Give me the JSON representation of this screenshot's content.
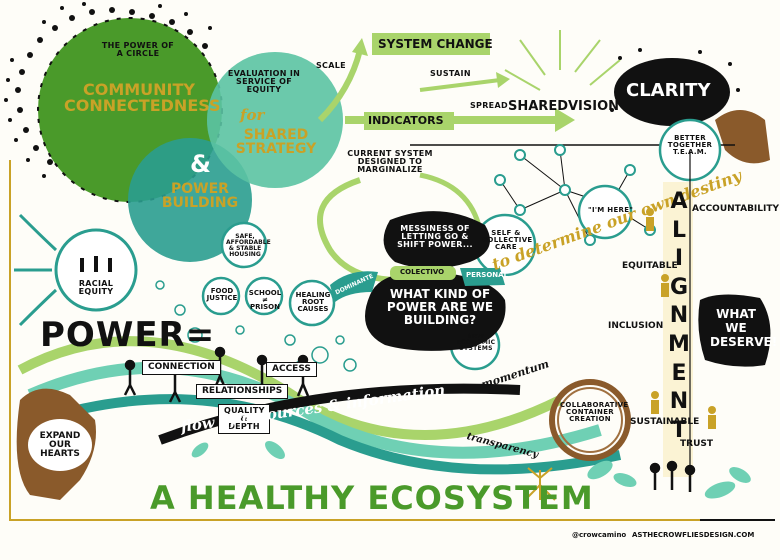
{
  "colors": {
    "dark_green": "#4a9a2a",
    "lime": "#a9d46b",
    "teal": "#2a9d8f",
    "mint": "#6fd0b4",
    "gold": "#c9a227",
    "black": "#111111",
    "skin": "#8a5a2b"
  },
  "icons": [
    "hands-circle-icon",
    "heart-hands-icon",
    "people-icon",
    "network-icon",
    "tree-roots-icon"
  ],
  "top": {
    "power_of_circle": "THE POWER OF A CIRCLE",
    "community": "COMMUNITY CONNECTEDNESS",
    "evaluation": "EVALUATION IN SERVICE OF EQUITY",
    "for_word": "for",
    "shared_strategy": "SHARED STRATEGY",
    "and_sign": "&",
    "power_building": "POWER BUILDING",
    "scale": "SCALE",
    "system_change": "SYSTEM CHANGE",
    "sustain": "SUSTAIN",
    "indicators": "INDICATORS",
    "spread": "SPREAD",
    "shared_vision": "SHAREDVISION",
    "clarity": "CLARiTY",
    "current_system": "CURRENT SYSTEM DESIGNED TO MARGINALIZE"
  },
  "left": {
    "racial_equity": "RACiAL EQUITY",
    "safe_housing": "SAFE, AFFORDABLE & STABLE HOUSING",
    "food_justice": "FOOD JUSTICE",
    "school_prison": "SCHOOL ≠ PRISON",
    "healing": "HEALING ROOT CAUSES",
    "power_eq": "POWER=",
    "connection": "CONNECTION",
    "access": "ACCESS",
    "relationships": "RELATIONSHiPS",
    "quality_depth": "QUALITY & DEPTH"
  },
  "center": {
    "messiness": "MESSINESS OF LETTING GO & SHIFT POWER...",
    "dominante": "DOMINANTE",
    "colectivo": "COLECTIVO",
    "personal": "PERSONAL",
    "what_kind": "WHAT KIND of POWER are we BUILDiNG?",
    "self_care": "SELF & COLLECTIVE CARE",
    "new_economic": "NEW ECONOMIC SYSTEMS",
    "better_together": "BETTER TOGETHER T.E.A.M.",
    "im_here": "\"I'M HERE\"",
    "to_determine": "to determine our own destiny"
  },
  "right": {
    "alignment": "ALIGNMENT",
    "accountability": "ACCOUNTABILITY",
    "equitable": "EQUITABLE",
    "inclusion": "INCLUSION",
    "what_we_deserve": "WHAT WE DESERVE!",
    "sustainable": "SUSTAINABLE",
    "trust": "TRUST"
  },
  "bottom": {
    "flow": "flow of resources & information",
    "momentum": "momentum",
    "transparency": "transparency",
    "collaborative": "COLLABORATIVE CONTAINER CREATION",
    "expand_hearts": "EXPAND our HEARTS",
    "healthy_ecosystem": "A HEALTHY ECOSYSTEM",
    "credit_handle": "@crowcamino",
    "credit_site": "ASTHECROWFLIESDESIGN.COM"
  }
}
